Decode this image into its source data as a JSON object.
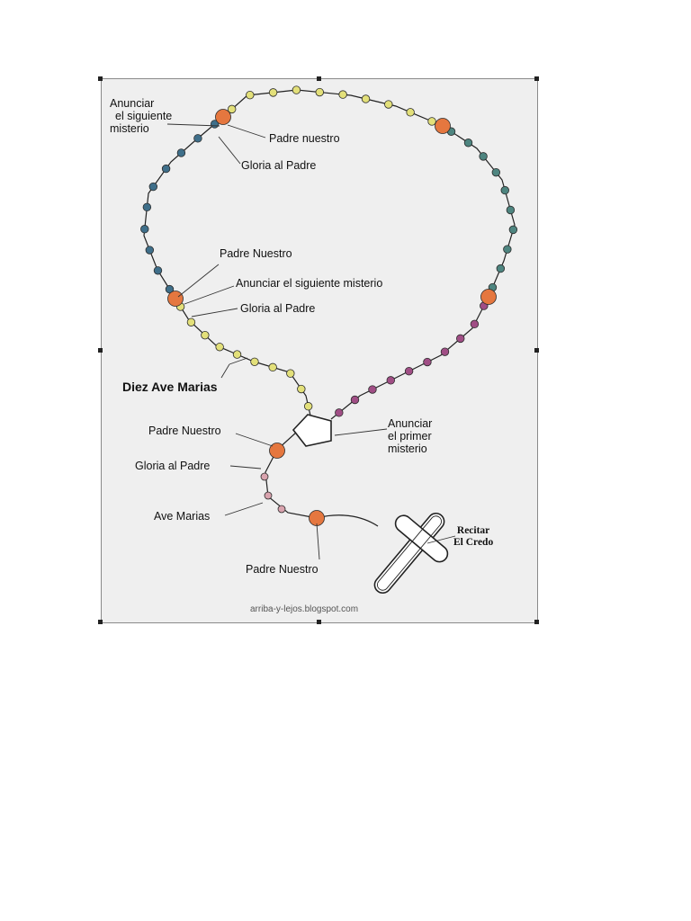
{
  "labels": {
    "anunciar_siguiente_top_1": "Anunciar",
    "anunciar_siguiente_top_2": "el siguiente",
    "anunciar_siguiente_top_3": "misterio",
    "padre_nuestro_top": "Padre nuestro",
    "gloria_top": "Gloria al Padre",
    "padre_nuestro_mid": "Padre Nuestro",
    "anunciar_siguiente_mid": "Anunciar el siguiente misterio",
    "gloria_mid": "Gloria al Padre",
    "diez_ave_marias": "Diez Ave Marias",
    "padre_nuestro_low": "Padre Nuestro",
    "gloria_low": "Gloria al Padre",
    "ave_marias": "Ave Marias",
    "padre_nuestro_bottom": "Padre Nuestro",
    "anunciar_primer_1": "Anunciar",
    "anunciar_primer_2": "el primer",
    "anunciar_primer_3": "misterio",
    "recitar_1": "Recitar",
    "recitar_2": "El Credo",
    "watermark": "arriba-y-lejos.blogspot.com"
  },
  "colors": {
    "bead_blue": "#3f6f8a",
    "bead_yellow": "#e3e07a",
    "bead_green": "#4e8580",
    "bead_purple": "#a04e85",
    "bead_pink": "#d9a3ae",
    "bead_large": "#e5773f",
    "cord": "#222222",
    "frame_bg": "#efefef"
  }
}
